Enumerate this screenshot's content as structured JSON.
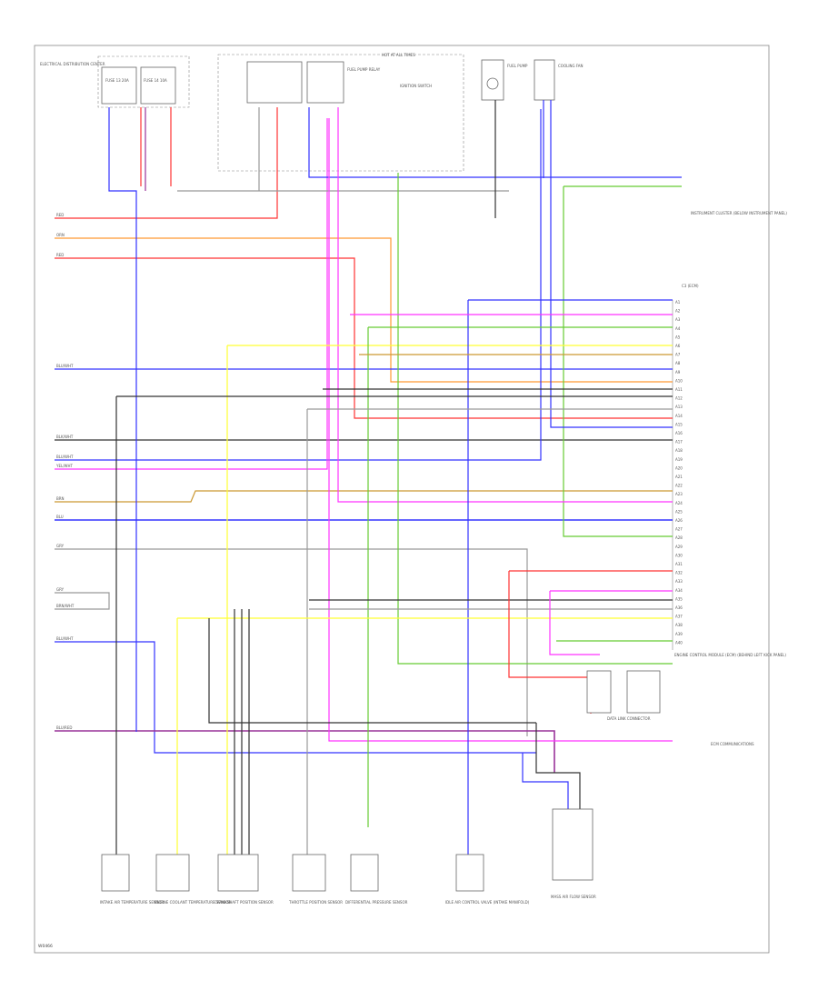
{
  "diagram": {
    "footer_code": "W0466",
    "connector_label": "C3 (ECM)",
    "header_label": "HOT AT ALL TIMES",
    "top_components": [
      {
        "id": "elec-dist",
        "name": "ELECTRICAL DISTRIBUTION CENTER"
      },
      {
        "id": "fuse-a",
        "name": "FUSE 13 20A"
      },
      {
        "id": "fuse-b",
        "name": "FUSE 14 10A"
      },
      {
        "id": "fuel-relay",
        "name": "FUEL PUMP RELAY"
      },
      {
        "id": "fuel-pump",
        "name": "FUEL PUMP"
      },
      {
        "id": "ignition",
        "name": "IGNITION SWITCH"
      },
      {
        "id": "cooling-fan",
        "name": "COOLING FAN"
      }
    ],
    "right_blocks": [
      {
        "id": "light-cluster",
        "name": "INSTRUMENT CLUSTER (BELOW INSTRUMENT PANEL)"
      },
      {
        "id": "ecm",
        "name": "ENGINE CONTROL MODULE (ECM) (BEHIND LEFT KICK PANEL)"
      },
      {
        "id": "c-ecm",
        "name": "C3 (ECM)"
      },
      {
        "id": "data-link",
        "name": "DATA LINK CONNECTOR"
      },
      {
        "id": "ecm-comm",
        "name": "ECM COMMUNICATIONS"
      }
    ],
    "bottom_sensors": [
      {
        "id": "s1",
        "name": "INTAKE AIR TEMPERATURE SENSOR"
      },
      {
        "id": "s2",
        "name": "ENGINE COOLANT TEMPERATURE SENSOR"
      },
      {
        "id": "s3",
        "name": "CRANKSHAFT POSITION SENSOR"
      },
      {
        "id": "s4",
        "name": "THROTTLE POSITION SENSOR"
      },
      {
        "id": "s5",
        "name": "DIFFERENTIAL PRESSURE SENSOR"
      },
      {
        "id": "s6",
        "name": "IDLE AIR CONTROL VALVE (INTAKE MANIFOLD)"
      },
      {
        "id": "s7",
        "name": "MASS AIR FLOW SENSOR"
      }
    ],
    "left_wire_labels": [
      "RED",
      "ORN",
      "RED",
      "BLU/WHT",
      "BLK/WHT",
      "BLU/WHT",
      "YEL/WHT",
      "BRN",
      "BLU",
      "GRY",
      "GRY",
      "BRN/WHT",
      "BLU/WHT",
      "BLU/RED"
    ],
    "connector_pin_labels": [
      "A1",
      "A2",
      "A3",
      "A4",
      "A5",
      "A6",
      "A7",
      "A8",
      "A9",
      "A10",
      "A11",
      "A12",
      "A13",
      "A14",
      "A15",
      "A16",
      "A17",
      "A18",
      "A19",
      "A20",
      "A21",
      "A22",
      "A23",
      "A24",
      "A25",
      "A26",
      "A27",
      "A28",
      "A29",
      "A30",
      "A31",
      "A32",
      "A33",
      "A34",
      "A35",
      "A36",
      "A37",
      "A38",
      "A39",
      "A40"
    ],
    "colors": {
      "red": "#ff3333",
      "orange": "#ff9933",
      "blue": "#3333ff",
      "pink": "#ff33ff",
      "green": "#66cc33",
      "yellow": "#ffff33",
      "gray": "#999999",
      "black": "#333333",
      "tan": "#cc9933",
      "purple": "#993399"
    }
  }
}
